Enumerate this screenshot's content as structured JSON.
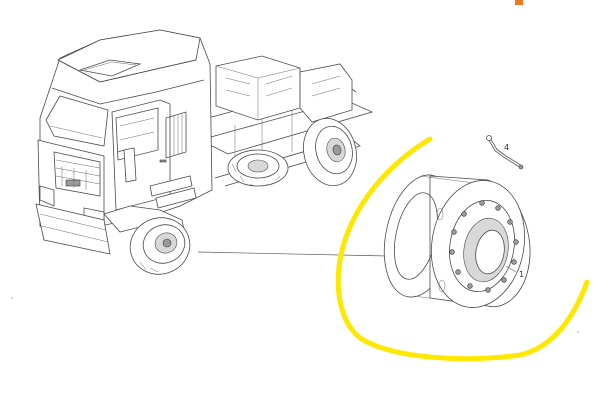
{
  "diagram": {
    "callouts": [
      {
        "id": "wheel-rim",
        "label": "1"
      },
      {
        "id": "valve-extension",
        "label": "4"
      }
    ],
    "colors": {
      "highlight": "#ffe800",
      "corner_mark": "#f07820",
      "linework": "#4a4a4a"
    }
  }
}
